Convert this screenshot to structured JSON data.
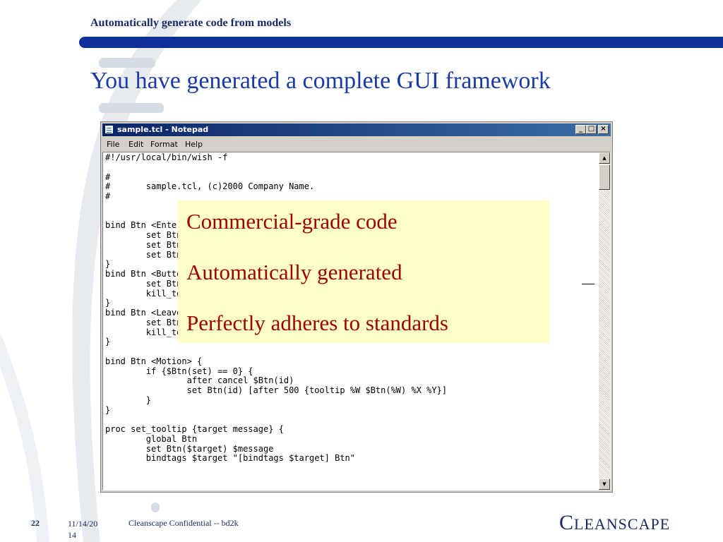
{
  "slide": {
    "top_title": "Automatically generate code from models",
    "heading": "You have generated a complete GUI framework"
  },
  "notepad": {
    "title": "sample.tcl - Notepad",
    "menu": [
      "File",
      "Edit",
      "Format",
      "Help"
    ],
    "code": "#!/usr/local/bin/wish -f\n\n#\n#       sample.tcl, (c)2000 Company Name.\n#\n\n\nbind Btn <Enter> {\n        set Btn(set) 0\n        set Btn(first) 1\n        set Btn(id) [after 500 {tooltip %W $Btn(%W) %X %Y}]\n}\nbind Btn <Button> {\n        set Btn(first) 0\n        kill_tooltip\n}\nbind Btn <Leave> {\n        set Btn(first) 0\n        kill_tooltip\n}\n\nbind Btn <Motion> {\n        if {$Btn(set) == 0} {\n                after cancel $Btn(id)\n                set Btn(id) [after 500 {tooltip %W $Btn(%W) %X %Y}]\n        }\n}\n\nproc set_tooltip {target message} {\n        global Btn\n        set Btn($target) $message\n        bindtags $target \"[bindtags $target] Btn\""
  },
  "callout": {
    "lines": [
      "Commercial-grade code",
      "Automatically generated",
      "Perfectly adheres to standards"
    ]
  },
  "footer": {
    "page_number": "22",
    "date_line1": "11/14/20",
    "date_line2": "14",
    "confidential": "Cleanscape Confidential -- bd2k",
    "logo_c": "C",
    "logo_rest": "LEANSCAPE"
  },
  "colors": {
    "heading": "#1a3aa8",
    "bar": "#0f2f9a",
    "callout_bg": "#ffffc8",
    "callout_text": "#a00000"
  }
}
